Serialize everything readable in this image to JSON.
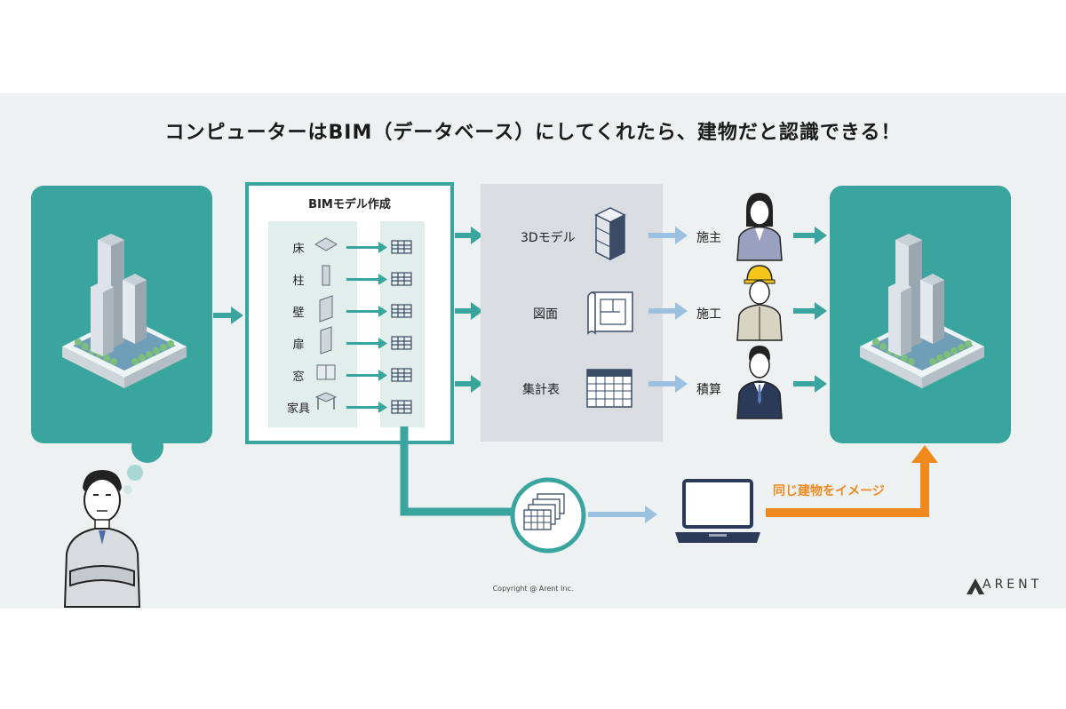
{
  "title": "コンピューターはBIM（データベース）にしてくれたら、建物だと認識できる！",
  "bim_box": {
    "title": "BIMモデル作成",
    "elements": [
      "床",
      "柱",
      "壁",
      "扉",
      "窓",
      "家具"
    ]
  },
  "outputs": [
    "3Dモデル",
    "図面",
    "集計表"
  ],
  "roles": [
    "施主",
    "施工",
    "積算"
  ],
  "orange_label": "同じ建物をイメージ",
  "copyright": "Copyright @ Arent Inc.",
  "logo": "ARENT",
  "colors": {
    "teal": "#3aa49e",
    "light_blue_arrow": "#9cc1e0",
    "orange": "#f18a1e",
    "background": "#eef1f2",
    "output_panel": "#d9dde2"
  }
}
